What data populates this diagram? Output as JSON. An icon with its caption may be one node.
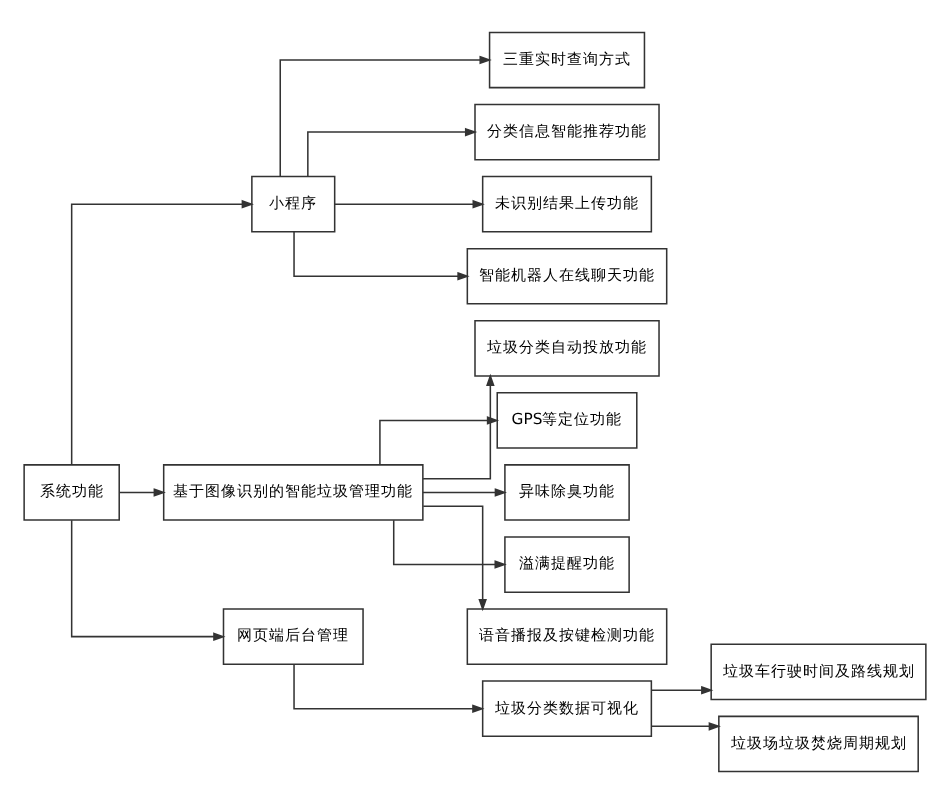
{
  "diagram": {
    "nodes": [
      {
        "text": [
          "系统功能"
        ]
      },
      {
        "text": [
          "小程序"
        ]
      },
      {
        "text": [
          "三重实时查询方式"
        ]
      },
      {
        "text": [
          "分类信息智能推荐功能"
        ]
      },
      {
        "text": [
          "未识别结果上传功能"
        ]
      },
      {
        "text": [
          "智能机器人在线聊天功能"
        ]
      },
      {
        "text": [
          "基于图像识别的智能垃圾管理功能"
        ]
      },
      {
        "text": [
          "垃圾分类自动投放功能"
        ]
      },
      {
        "text": [
          "GPS等定位功能"
        ]
      },
      {
        "text": [
          "异味除臭功能"
        ]
      },
      {
        "text": [
          "溢满提醒功能"
        ]
      },
      {
        "text": [
          "语音播报及按键检测功能"
        ]
      },
      {
        "text": [
          "网页端后台管理"
        ]
      },
      {
        "text": [
          "垃圾分类数据可视化"
        ]
      },
      {
        "text": [
          "垃圾车行驶时间及路线规划"
        ]
      },
      {
        "text": [
          "垃圾场垃圾焚烧周期规划"
        ]
      }
    ],
    "edges": [
      {
        "from": 0,
        "to": 1,
        "arrow": "to"
      },
      {
        "from": 1,
        "to": 2,
        "arrow": "to"
      },
      {
        "from": 1,
        "to": 3,
        "arrow": "to"
      },
      {
        "from": 1,
        "to": 4,
        "arrow": "to"
      },
      {
        "from": 1,
        "to": 5,
        "arrow": "to"
      },
      {
        "from": 0,
        "to": 6,
        "arrow": "to"
      },
      {
        "from": 6,
        "to": 7,
        "arrow": "to"
      },
      {
        "from": 6,
        "to": 8,
        "arrow": "to"
      },
      {
        "from": 6,
        "to": 9,
        "arrow": "to"
      },
      {
        "from": 6,
        "to": 10,
        "arrow": "to"
      },
      {
        "from": 6,
        "to": 11,
        "arrow": "to"
      },
      {
        "from": 0,
        "to": 12,
        "arrow": "to"
      },
      {
        "from": 12,
        "to": 13,
        "arrow": "to"
      },
      {
        "from": 13,
        "to": 14,
        "arrow": "to"
      },
      {
        "from": 13,
        "to": 15,
        "arrow": "to"
      }
    ]
  }
}
